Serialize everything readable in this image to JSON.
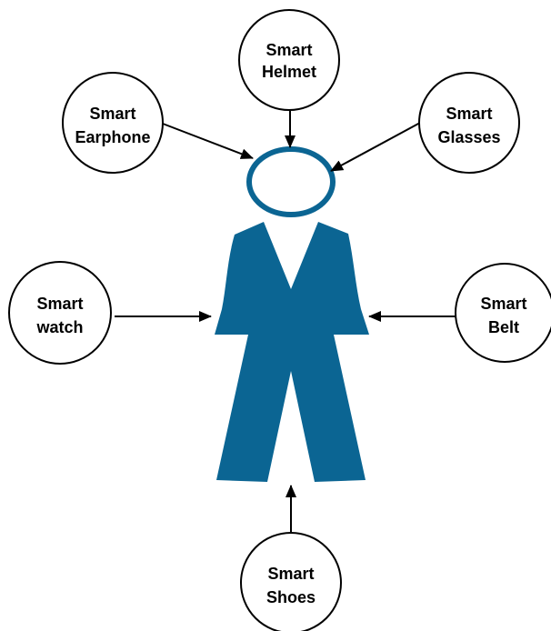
{
  "colors": {
    "figure": "#0b6593",
    "stroke": "#000000",
    "node_fill": "#ffffff"
  },
  "figure": {
    "icon": "person-silhouette-icon"
  },
  "nodes": {
    "helmet": {
      "line1": "Smart",
      "line2": "Helmet"
    },
    "earphone": {
      "line1": "Smart",
      "line2": "Earphone"
    },
    "glasses": {
      "line1": "Smart",
      "line2": "Glasses"
    },
    "watch": {
      "line1": "Smart",
      "line2": "watch"
    },
    "belt": {
      "line1": "Smart",
      "line2": "Belt"
    },
    "shoes": {
      "line1": "Smart",
      "line2": "Shoes"
    }
  }
}
